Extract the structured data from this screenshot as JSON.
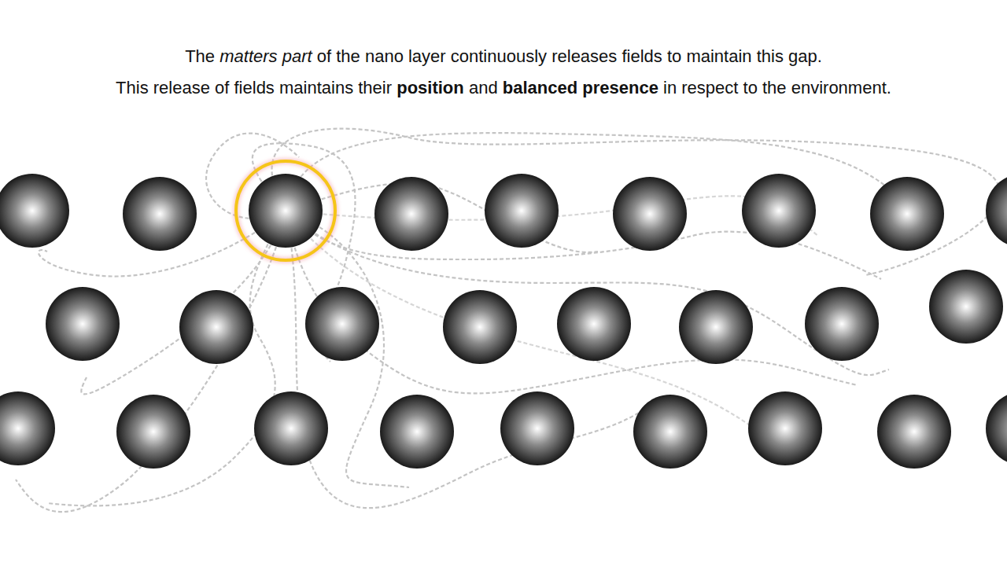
{
  "diagram": {
    "labels": [
      "The",
      "matters part",
      "of the nano layer continuously releases fields to maintain this gap.",
      "This release of fields maintains their",
      "position",
      "and",
      "balanced presence",
      "in respect to the environment."
    ]
  }
}
